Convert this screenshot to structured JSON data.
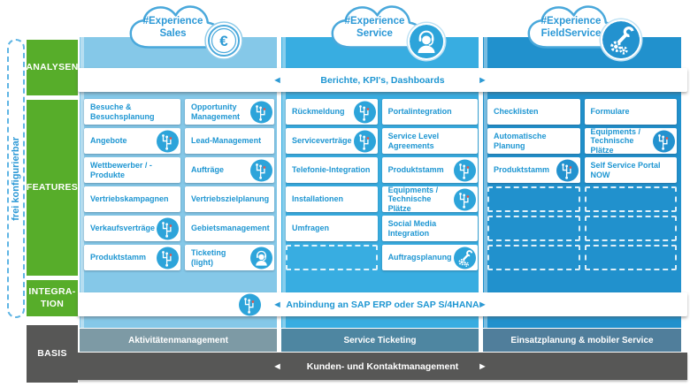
{
  "clouds": [
    {
      "line1": "#Experience",
      "line2": "Sales",
      "badge": "euro-coin"
    },
    {
      "line1": "#Experience",
      "line2": "Service",
      "badge": "support-agent"
    },
    {
      "line1": "#Experience",
      "line2": "FieldService",
      "badge": "service-tools"
    }
  ],
  "left_rail": {
    "vertical_label": "frei konfigurierbar",
    "analysen": "ANALYSEN",
    "features": "FEATURES",
    "integration_line1": "INTEGRA-",
    "integration_line2": "TION",
    "basis": "BASIS"
  },
  "banners": {
    "arrow_left": "◄",
    "arrow_right": "►",
    "analysen": "Berichte, KPI's, Dashboards",
    "integration": "Anbindung an SAP ERP oder SAP S/4HANA",
    "basis": "Kunden- und Kontaktmanagement"
  },
  "columns": [
    {
      "name": "sales",
      "color": "#85c8e8",
      "basis_label": "Aktivitätenmanagement",
      "features": [
        {
          "text": "Besuche & Besuchsplanung"
        },
        {
          "text": "Opportunity Management",
          "icon": "circuit"
        },
        {
          "text": "Angebote",
          "icon": "circuit"
        },
        {
          "text": "Lead-Management"
        },
        {
          "text": "Wettbewerber / -Produkte"
        },
        {
          "text": "Aufträge",
          "icon": "circuit"
        },
        {
          "text": "Vertriebskampagnen"
        },
        {
          "text": "Vertriebszielplanung"
        },
        {
          "text": "Verkaufsverträge",
          "icon": "circuit"
        },
        {
          "text": "Gebietsmanagement"
        },
        {
          "text": "Produktstamm",
          "icon": "circuit"
        },
        {
          "text": "Ticketing (light)",
          "icon": "headset"
        }
      ]
    },
    {
      "name": "service",
      "color": "#38ade1",
      "basis_label": "Service Ticketing",
      "features": [
        {
          "text": "Rückmeldung",
          "icon": "circuit"
        },
        {
          "text": "Portalintegration"
        },
        {
          "text": "Serviceverträge",
          "icon": "circuit"
        },
        {
          "text": "Service Level Agreements"
        },
        {
          "text": "Telefonie-Integration"
        },
        {
          "text": "Produktstamm",
          "icon": "circuit"
        },
        {
          "text": "Installationen"
        },
        {
          "text": "Equipments / Technische Plätze",
          "icon": "circuit"
        },
        {
          "text": "Umfragen"
        },
        {
          "text": "Social Media Integration"
        },
        {
          "placeholder": true
        },
        {
          "text": "Auftragsplanung",
          "icon": "tools"
        }
      ]
    },
    {
      "name": "fieldservice",
      "color": "#2191cd",
      "basis_label": "Einsatzplanung & mobiler Service",
      "features": [
        {
          "text": "Checklisten"
        },
        {
          "text": "Formulare"
        },
        {
          "text": "Automatische Planung"
        },
        {
          "text": "Equipments / Technische Plätze",
          "icon": "circuit"
        },
        {
          "text": "Produktstamm",
          "icon": "circuit"
        },
        {
          "text": "Self Service Portal NOW"
        },
        {
          "placeholder": true
        },
        {
          "placeholder": true
        },
        {
          "placeholder": true
        },
        {
          "placeholder": true
        },
        {
          "placeholder": true
        },
        {
          "placeholder": true
        }
      ]
    }
  ],
  "colors": {
    "green": "#57ad2a",
    "dark_gray": "#575756",
    "blue_text": "#1e96d2",
    "sales_column": "#85c8e8",
    "service_column": "#38ade1",
    "field_column": "#2191cd",
    "basis_sales": "#7d9aa5",
    "basis_service": "#4e86a1",
    "basis_field": "#507e9b"
  }
}
